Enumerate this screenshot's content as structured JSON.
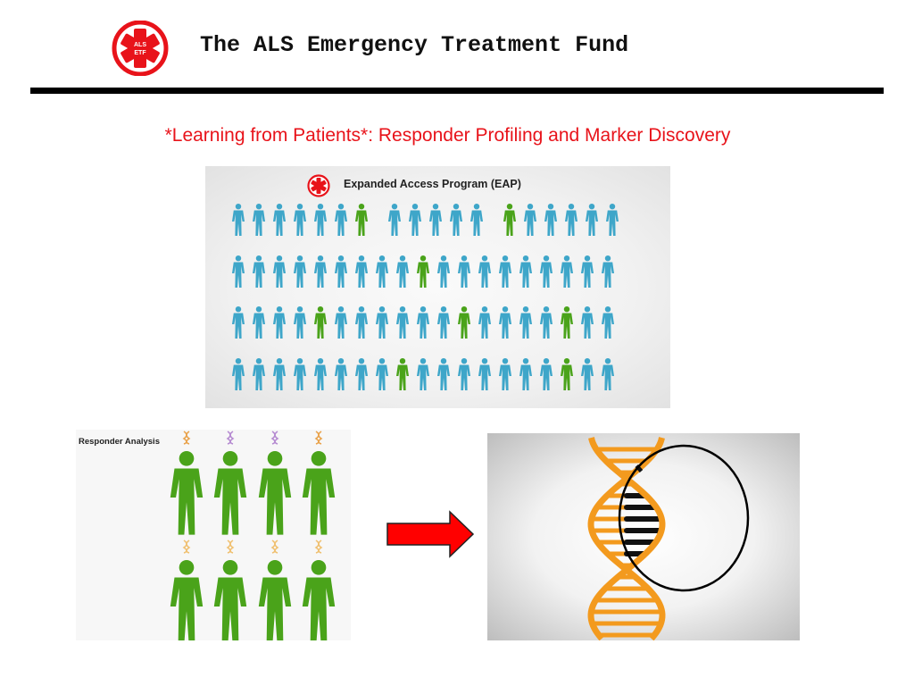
{
  "header": {
    "title": "The ALS Emergency Treatment Fund",
    "logo_text_line1": "ALS",
    "logo_text_line2": "ETF",
    "logo_color": "#e8131a"
  },
  "subtitle": "*Learning from Patients*:  Responder Profiling and Marker Discovery",
  "eap_panel": {
    "title": "Expanded Access Program (EAP)",
    "colors": {
      "non_responder": "#3ea6c9",
      "responder": "#4aa31a"
    },
    "rows": [
      {
        "group_counts": [
          7,
          5,
          6
        ],
        "responder_positions": [
          6,
          12
        ]
      },
      {
        "group_counts": [
          19
        ],
        "responder_positions": [
          9
        ]
      },
      {
        "group_counts": [
          19
        ],
        "responder_positions": [
          4,
          11,
          16
        ]
      },
      {
        "group_counts": [
          19
        ],
        "responder_positions": [
          8,
          16
        ]
      }
    ]
  },
  "responder_panel": {
    "title": "Responder Analysis",
    "figure_color": "#4aa31a",
    "dna_colors": [
      "#e9a24a",
      "#b58ad1",
      "#f0c070"
    ],
    "rows": [
      {
        "count": 4,
        "dna_marker_colors": [
          "#e9a24a",
          "#b58ad1",
          "#b58ad1",
          "#e9a24a"
        ]
      },
      {
        "count": 4,
        "dna_marker_colors": [
          "#f0c070",
          "#f0c070",
          "#f0c070",
          "#f0c070"
        ]
      }
    ]
  },
  "arrow": {
    "color": "#ff0000",
    "outline": "#222222"
  },
  "dna_panel": {
    "strand_color": "#f39a1e",
    "highlight_color": "#111111",
    "circle_color": "#000000"
  }
}
